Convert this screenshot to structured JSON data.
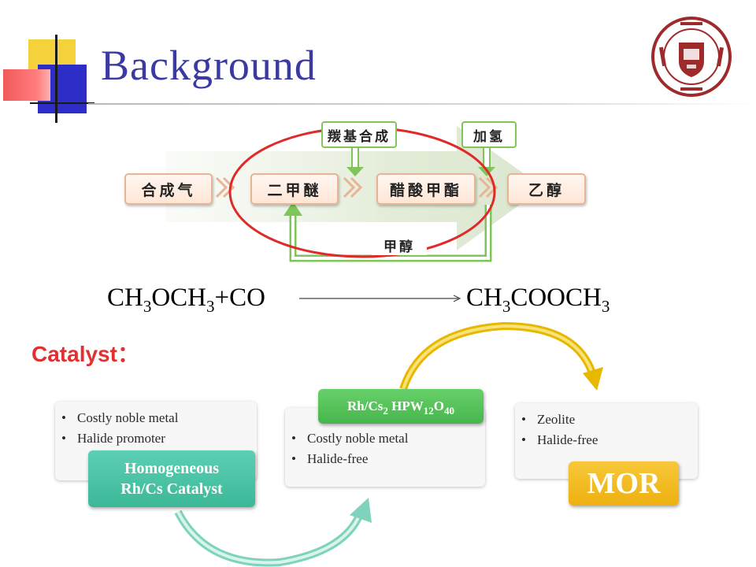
{
  "title": "Background",
  "flow": {
    "boxes": [
      "合成气",
      "二甲醚",
      "醋酸甲酯",
      "乙醇"
    ],
    "label_carbonylation": "羰基合成",
    "label_hydrogenation": "加氢",
    "label_methanol": "甲醇"
  },
  "equation": {
    "lhs": [
      {
        "t": "CH"
      },
      {
        "s": "3"
      },
      {
        "t": "OCH"
      },
      {
        "s": "3"
      },
      {
        "t": "+CO"
      }
    ],
    "rhs": [
      {
        "t": "CH"
      },
      {
        "s": "3"
      },
      {
        "t": "COOCH"
      },
      {
        "s": "3"
      }
    ]
  },
  "catalyst_label": "Catalyst：",
  "cards": [
    {
      "bullets": [
        "Costly noble metal",
        "Halide promoter"
      ],
      "tag_lines": [
        "Homogeneous",
        "Rh/Cs Catalyst"
      ],
      "tag_color": "#4cc5aa"
    },
    {
      "bullets": [
        "Costly noble metal",
        "Halide-free"
      ],
      "tag_formula": [
        {
          "t": "Rh/Cs"
        },
        {
          "s": "2"
        },
        {
          "t": " HPW"
        },
        {
          "s": "12"
        },
        {
          "t": "O"
        },
        {
          "s": "40"
        }
      ],
      "tag_color": "#59c15c"
    },
    {
      "bullets": [
        "Zeolite",
        "Halide-free"
      ],
      "tag_text": "MOR",
      "tag_color": "#f2b81a"
    }
  ],
  "colors": {
    "title": "#3a3aa0",
    "catalyst": "#e23030",
    "ellipse": "#e02a2a",
    "flow_border": "#e8b493",
    "label_border": "#7fc55a",
    "logo": "#9e2a2b"
  },
  "icons": [
    "university-logo",
    "arrow-icon",
    "curved-arrow-icon"
  ]
}
